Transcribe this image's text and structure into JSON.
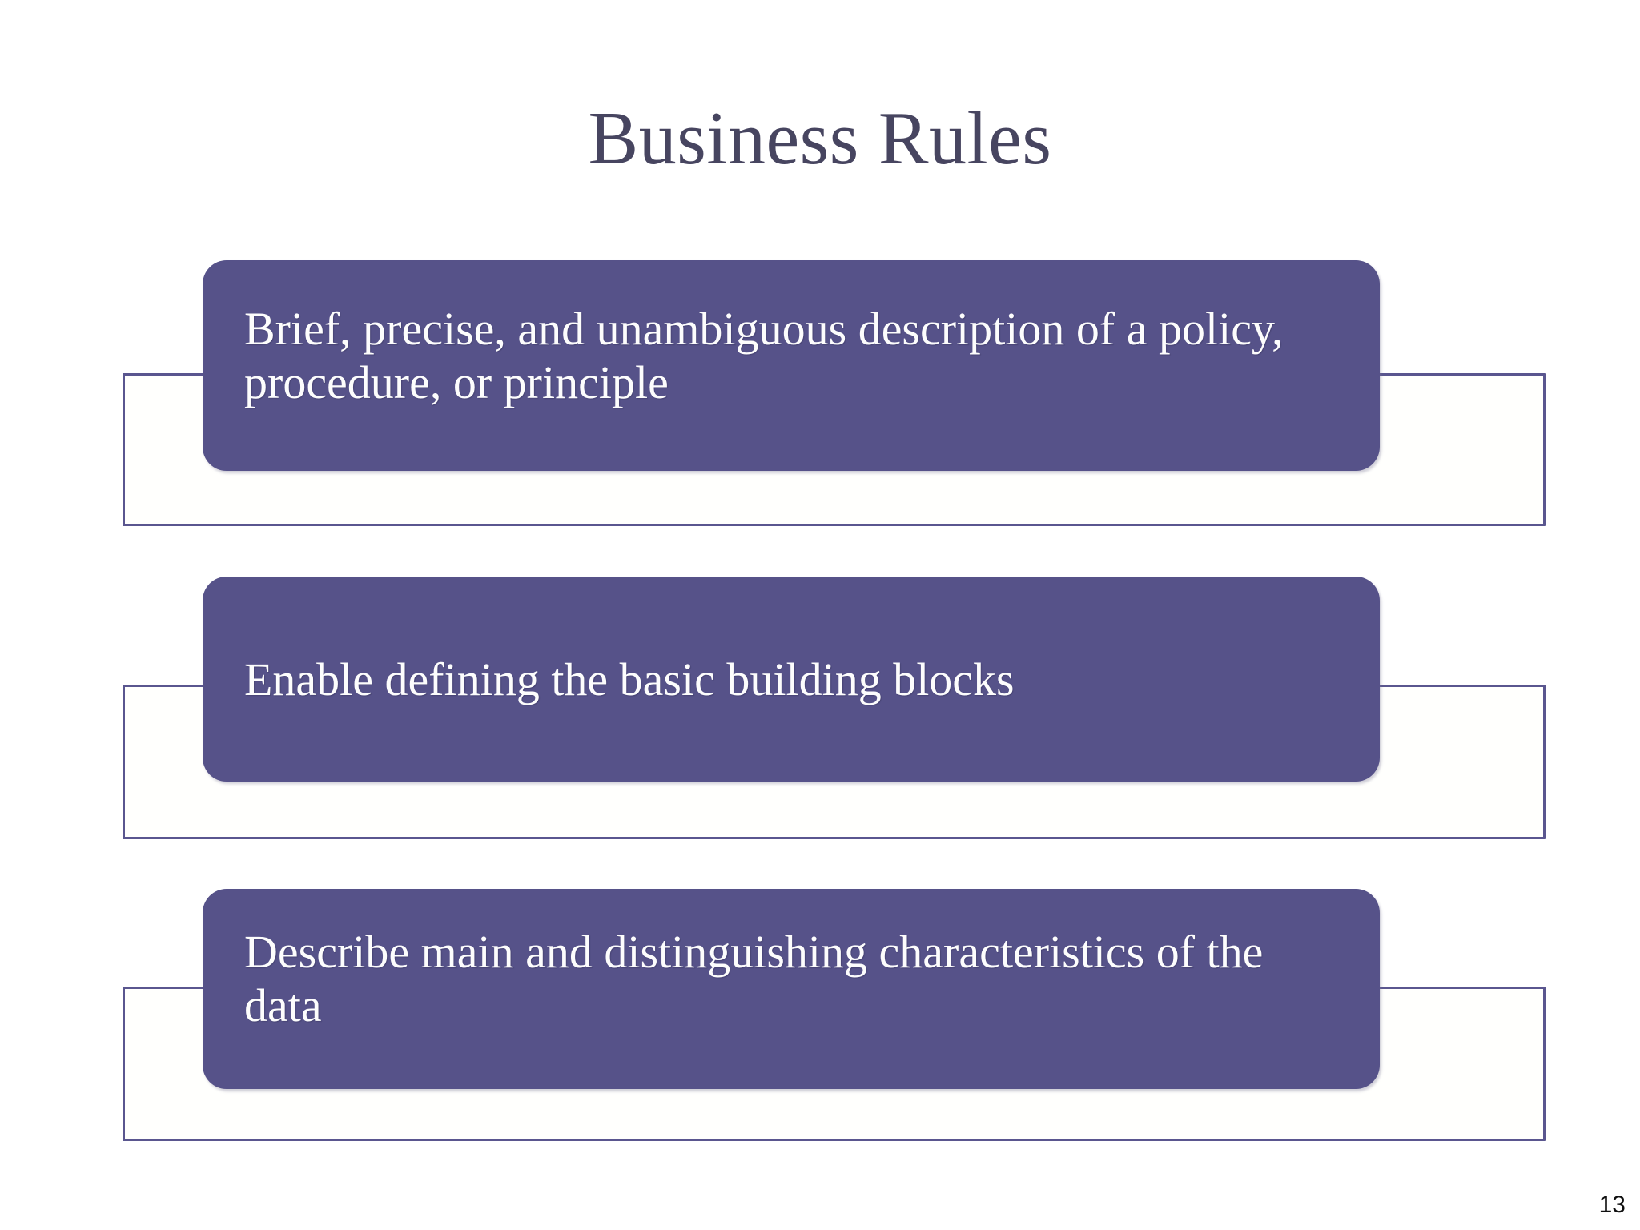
{
  "slide": {
    "title": "Business Rules",
    "page_number": "13",
    "background_color": "#ffffff",
    "title_color": "#474560",
    "accent_fill_color": "#565289",
    "accent_border_color": "#5a568f",
    "body_text_color": "#fdfdfd"
  },
  "items": [
    {
      "id": "rule-1",
      "text": "Brief, precise, and unambiguous description of a policy, procedure, or principle"
    },
    {
      "id": "rule-2",
      "text": "Enable defining the basic building blocks"
    },
    {
      "id": "rule-3",
      "text": "Describe main and distinguishing characteristics of the data"
    }
  ]
}
